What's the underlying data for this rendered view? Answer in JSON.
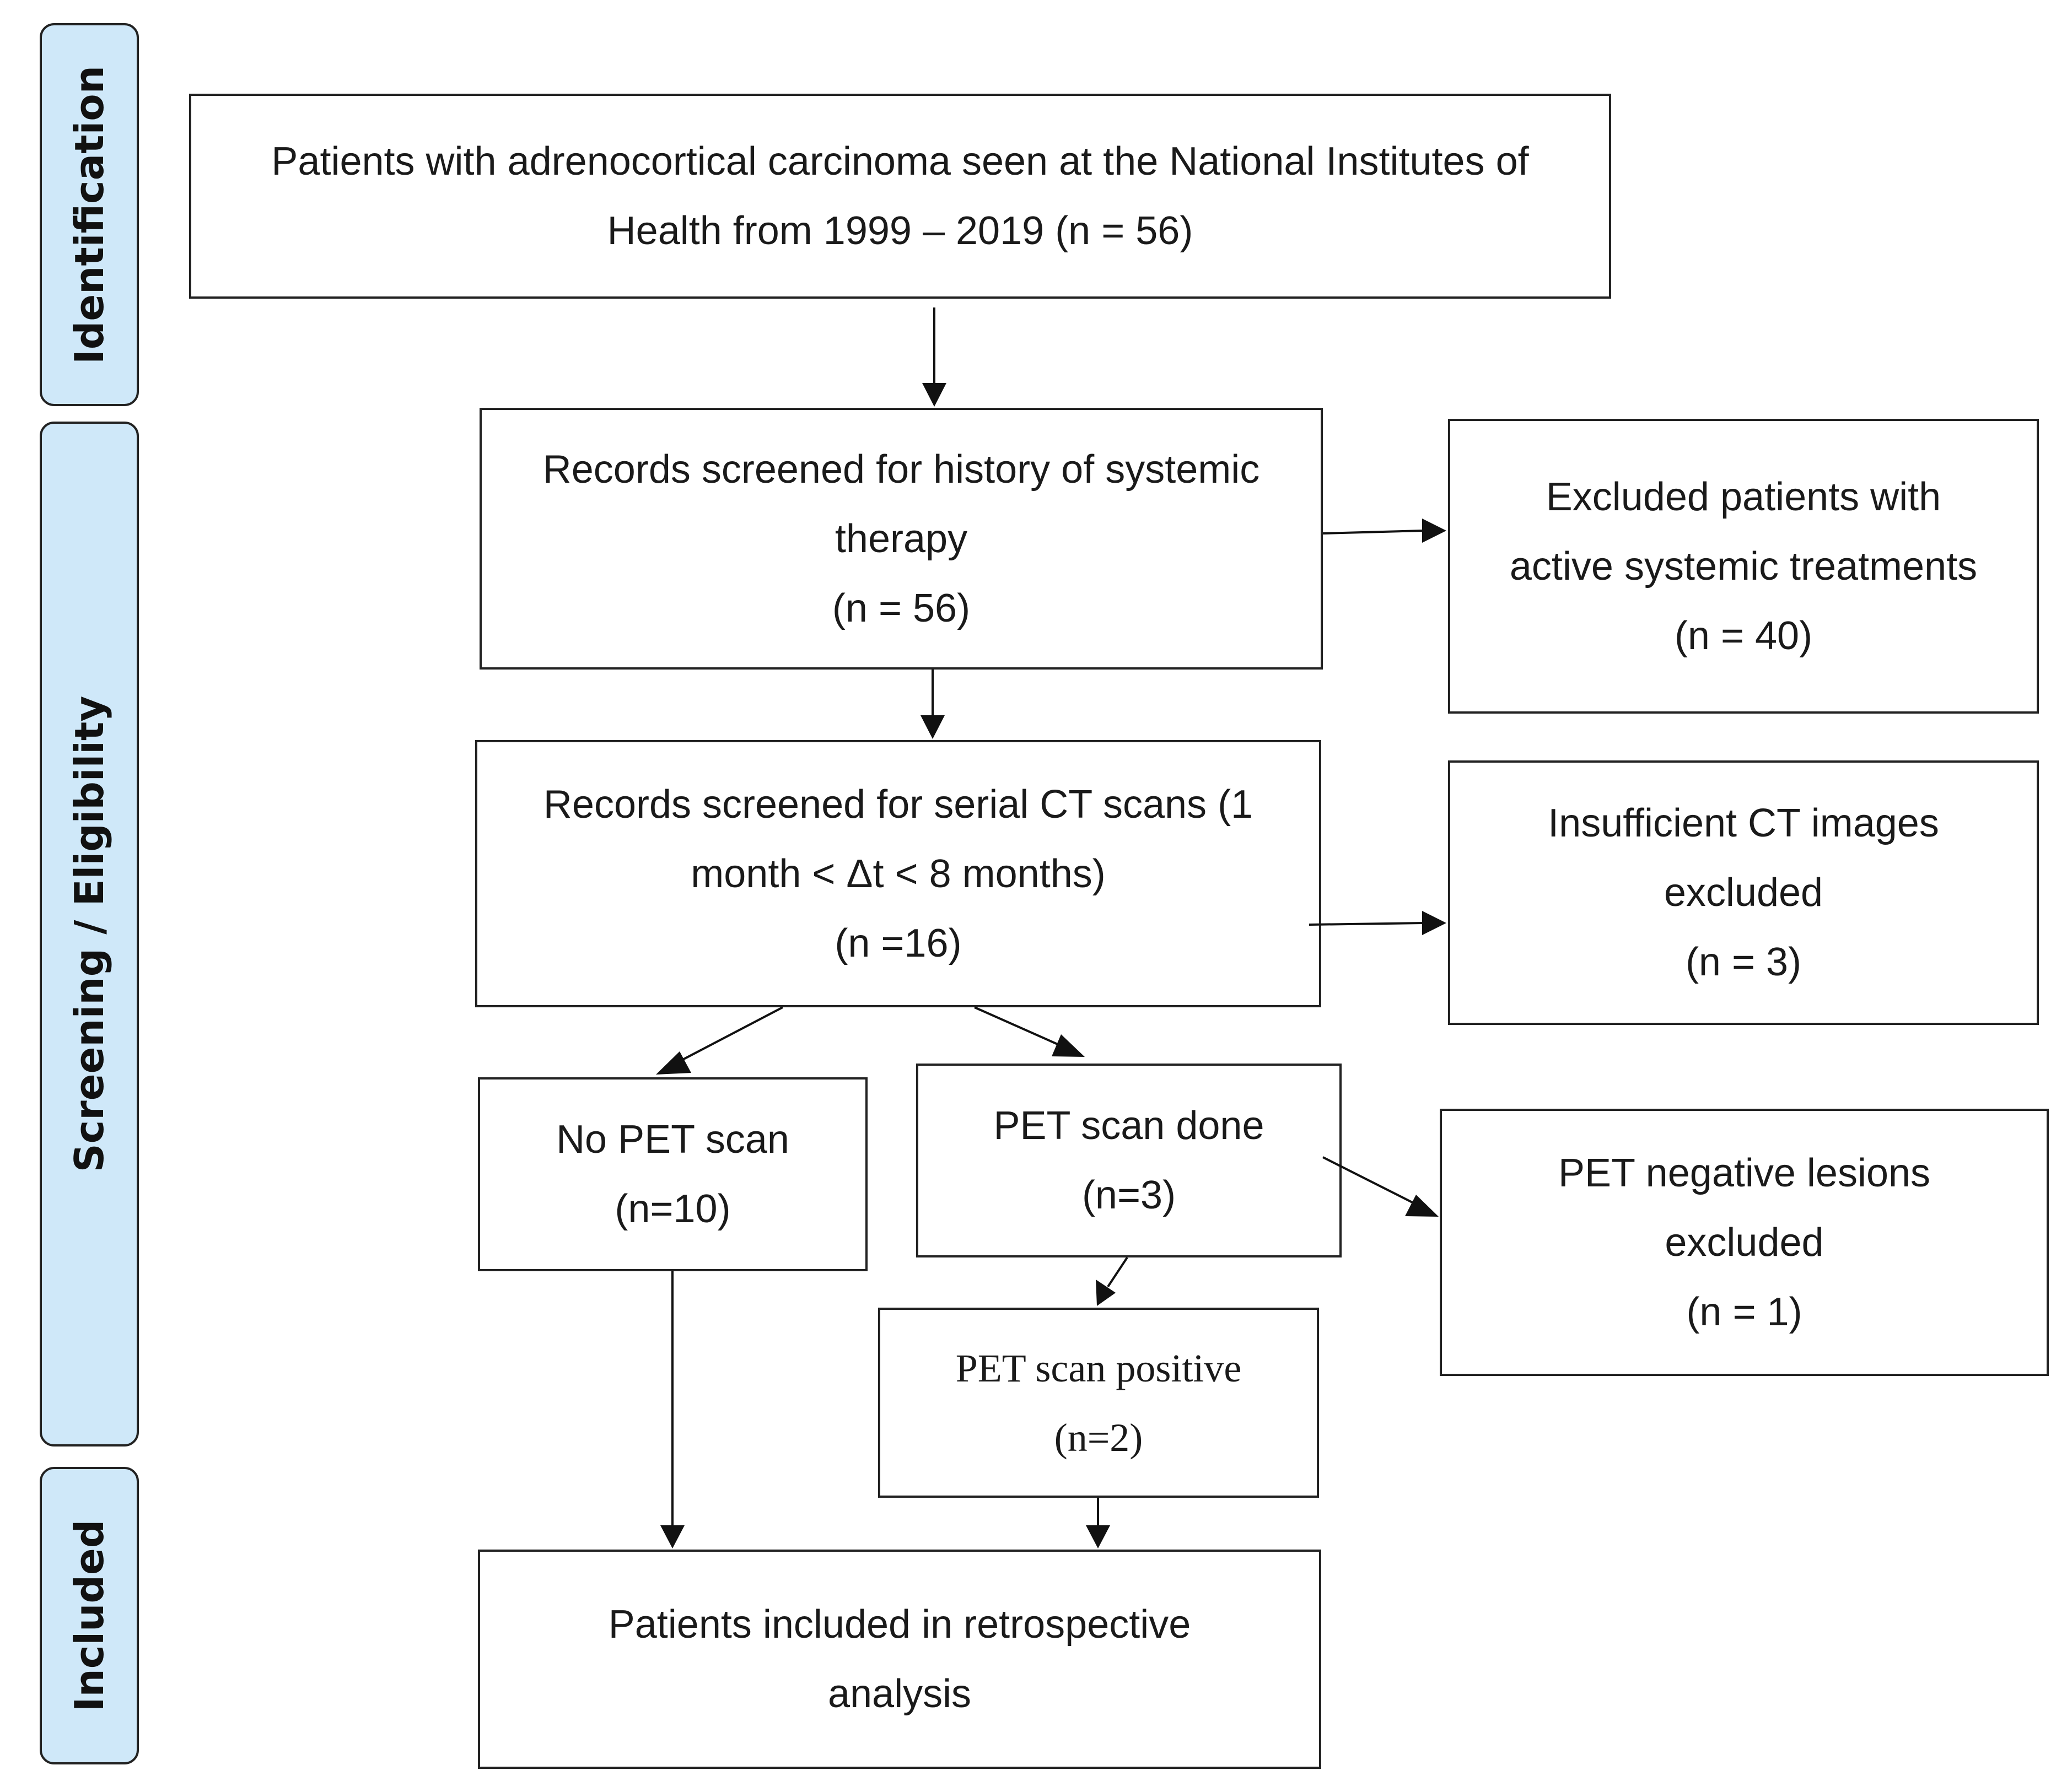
{
  "phases": {
    "identification": "Identification",
    "screening": "Screening / Eligibility",
    "included": "Included"
  },
  "boxes": {
    "identification": {
      "line1": "Patients with adrenocortical carcinoma seen at the National Institutes of",
      "line2": "Health from 1999 – 2019 (n = 56)"
    },
    "therapy_screen": {
      "line1": "Records screened for history of systemic",
      "line2": "therapy",
      "line3": "(n = 56)"
    },
    "excluded_active": {
      "line1": "Excluded patients with",
      "line2": "active systemic treatments",
      "line3": "(n = 40)"
    },
    "ct_screen": {
      "line1": "Records screened for serial CT scans (1",
      "line2": "month < Δt < 8 months)",
      "line3": "(n =16)"
    },
    "excluded_ct": {
      "line1": "Insufficient CT images",
      "line2": "excluded",
      "line3": "(n = 3)"
    },
    "no_pet": {
      "line1": "No PET scan",
      "line2": "(n=10)"
    },
    "pet_done": {
      "line1": "PET scan done",
      "line2": "(n=3)"
    },
    "pet_negative": {
      "line1": "PET negative lesions",
      "line2": "excluded",
      "line3": "(n = 1)"
    },
    "pet_positive": {
      "line1": "PET scan positive",
      "line2": "(n=2)"
    },
    "included": {
      "line1": "Patients included in retrospective",
      "line2": "analysis"
    }
  }
}
